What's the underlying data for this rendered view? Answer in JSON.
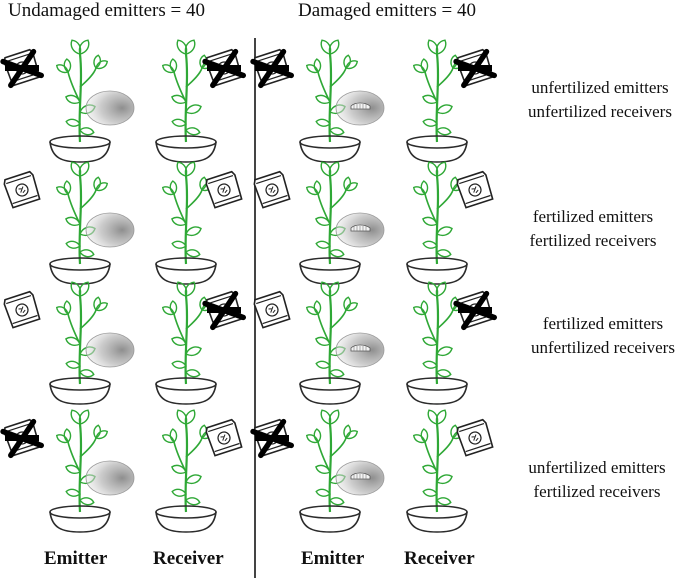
{
  "headers": {
    "undamaged": "Undamaged emitters = 40",
    "damaged": "Damaged emitters = 40"
  },
  "column_labels": {
    "emitter": "Emitter",
    "receiver": "Receiver"
  },
  "rows": [
    {
      "emitters": "unfertilized emitters",
      "receivers": "unfertilized receivers",
      "emitter_fertilized": false,
      "receiver_fertilized": false
    },
    {
      "emitters": "fertilized emitters",
      "receivers": "fertilized receivers",
      "emitter_fertilized": true,
      "receiver_fertilized": true
    },
    {
      "emitters": "fertilized emitters",
      "receivers": "unfertilized receivers",
      "emitter_fertilized": true,
      "receiver_fertilized": false
    },
    {
      "emitters": "unfertilized emitters",
      "receivers": "fertilized receivers",
      "emitter_fertilized": false,
      "receiver_fertilized": true
    }
  ],
  "colors": {
    "plant": "#2fa836",
    "pot_outline": "#2b2b2b",
    "divider": "#444444",
    "bag_outline": "#222222",
    "cross": "#000000",
    "bubble": "#9a9a9a"
  },
  "icons": {
    "fertilizer": "fertilizer-bag-icon",
    "no_fertilizer": "crossed-fertilizer-bag-icon",
    "caterpillar": "caterpillar-icon",
    "emission_bubble": "volatile-emission-bubble-icon"
  }
}
